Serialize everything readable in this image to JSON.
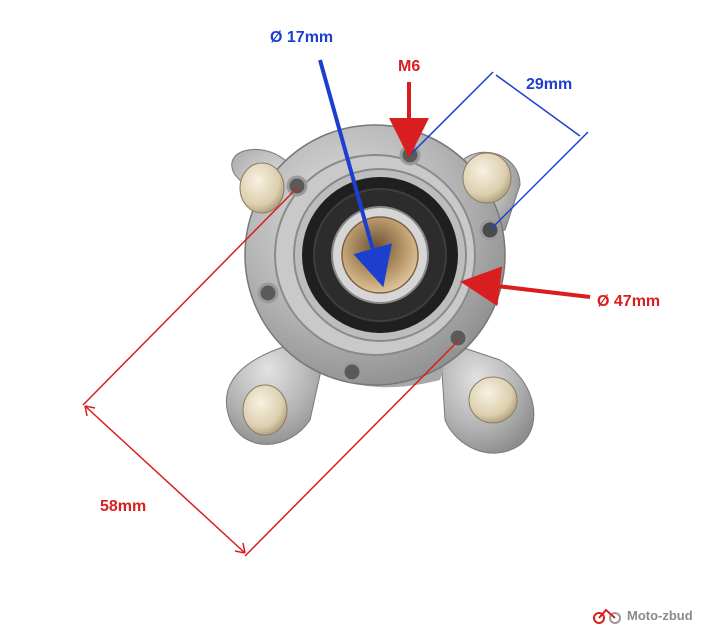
{
  "image": {
    "subject": "wheel hub with sealed bearing",
    "colors": {
      "metal": "#b9b9b9",
      "metal_dark": "#7f7f7f",
      "seal": "#1f1f1f",
      "bushing": "#d8b88a",
      "pin": "#e7dcc4",
      "blue_annotation": "#1d3fd0",
      "red_annotation": "#d81e1e"
    }
  },
  "annotations": {
    "shaft_diameter": "Ø 17mm",
    "bolt_thread": "M6",
    "bolt_spacing": "29mm",
    "hub_diameter": "Ø 47mm",
    "stud_spacing": "58mm"
  },
  "watermark": {
    "logo": "moto-logo-icon",
    "text": "Moto-zbud"
  }
}
